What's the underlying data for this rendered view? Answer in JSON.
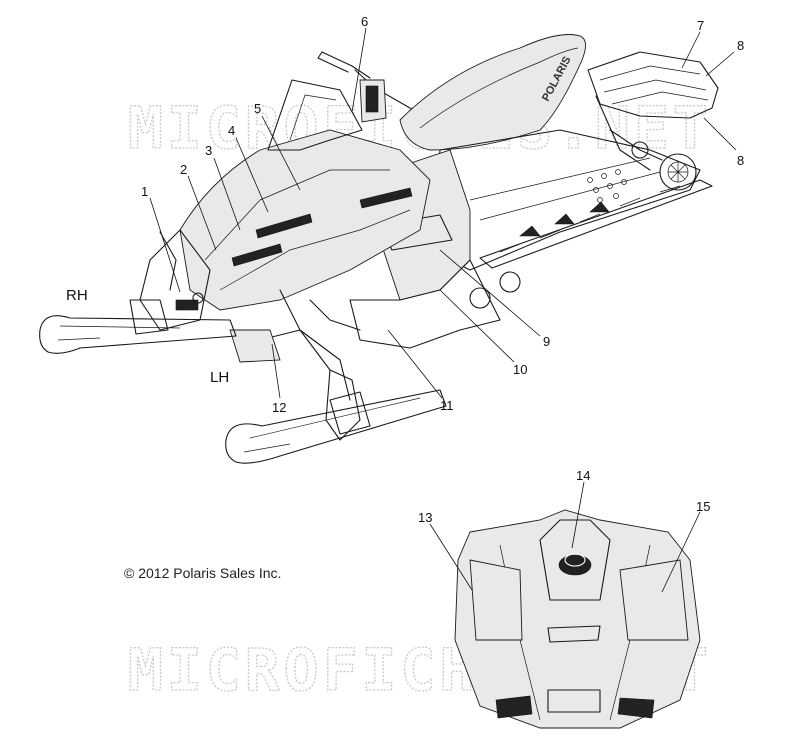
{
  "watermarks": {
    "top": "MICROFICHES.NET",
    "bottom": "MICROFICHES.NET"
  },
  "copyright": "© 2012 Polaris Sales Inc.",
  "sides": {
    "rh": "RH",
    "lh": "LH"
  },
  "seat_brand": "POLARIS",
  "callouts": [
    "1",
    "2",
    "3",
    "4",
    "5",
    "6",
    "7",
    "8",
    "8",
    "9",
    "10",
    "11",
    "12",
    "13",
    "14",
    "15"
  ]
}
